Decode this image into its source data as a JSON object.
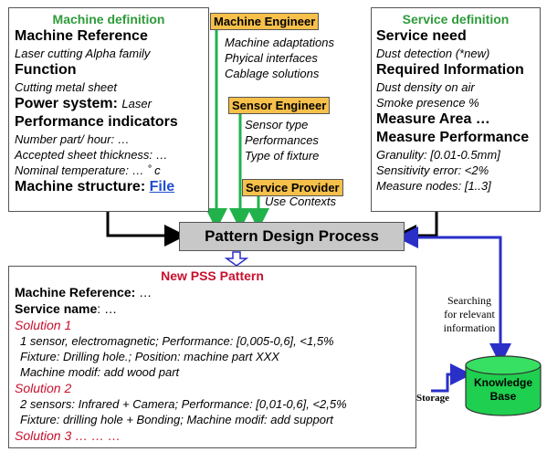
{
  "machine_def": {
    "title": "Machine definition",
    "ref_label": "Machine Reference",
    "ref_value": "Laser cutting Alpha family",
    "function_label": "Function",
    "function_value": "Cutting metal sheet",
    "power_label": "Power system:",
    "power_value": "Laser",
    "perf_label": "Performance indicators",
    "perf_items": [
      "Number part/ hour: …",
      "Accepted sheet thickness: …",
      "Nominal temperature: … ˚ c"
    ],
    "structure_label": "Machine structure:",
    "structure_link": "File"
  },
  "machine_engineer": {
    "label": "Machine Engineer",
    "items": [
      "Machine adaptations",
      "Phyical interfaces",
      "Cablage solutions"
    ]
  },
  "sensor_engineer": {
    "label": "Sensor Engineer",
    "items": [
      "Sensor type",
      "Performances",
      "Type of fixture"
    ]
  },
  "service_provider": {
    "label": "Service Provider",
    "items": [
      "Use Contexts"
    ]
  },
  "service_def": {
    "title": "Service definition",
    "need_label": "Service need",
    "need_value": "Dust detection (*new)",
    "info_label": "Required Information",
    "info_items": [
      "Dust density on air",
      "Smoke presence %"
    ],
    "area_label": "Measure Area …",
    "perf_label": "Measure Performance",
    "perf_items": [
      "Granulity: [0.01-0.5mm]",
      "Sensitivity error: <2%",
      "Measure nodes: [1..3]"
    ]
  },
  "process": {
    "label": "Pattern Design Process"
  },
  "pss": {
    "title": "New PSS Pattern",
    "machine_ref_label": "Machine Reference:",
    "machine_ref_value": "…",
    "service_name_label": "Service name",
    "service_name_value": ": …",
    "solutions": [
      {
        "title": "Solution 1",
        "lines": [
          "1 sensor, electromagnetic; Performance: [0,005-0,6], <1,5%",
          "Fixture: Drilling hole.; Position: machine part XXX",
          "Machine modif: add wood part"
        ]
      },
      {
        "title": "Solution 2",
        "lines": [
          "2 sensors: Infrared + Camera; Performance: [0,01-0,6], <2,5%",
          "Fixture: drilling hole + Bonding;  Machine modif: add support"
        ]
      }
    ],
    "more": "Solution 3 … … …"
  },
  "knowledge_base": {
    "label_line1": "Knowledge",
    "label_line2": "Base",
    "searching_lines": [
      "Searching",
      "for relevant",
      "information"
    ],
    "storage_label": "Storage"
  },
  "colors": {
    "green_title": "#2e9b3a",
    "red_title": "#c8102e",
    "orange_box": "#f6c04a",
    "green_arrow": "#22b24c",
    "blue_arrow": "#2a2fc8",
    "cylinder": "#1fcf4f"
  }
}
